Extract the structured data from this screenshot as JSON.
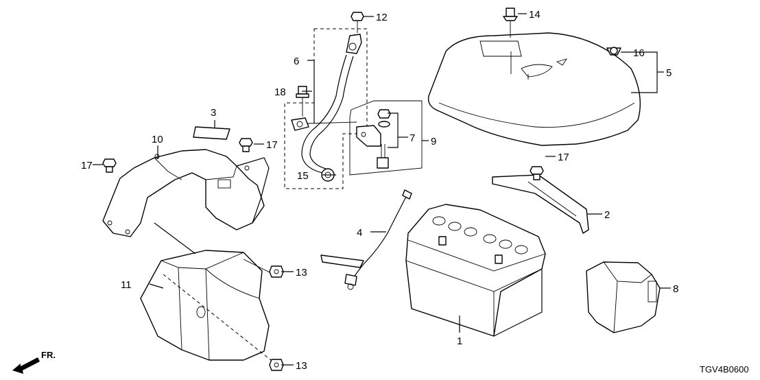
{
  "diagram": {
    "code": "TGV4B0600",
    "direction_label": "FR.",
    "callouts": [
      {
        "id": "c1",
        "label": "1"
      },
      {
        "id": "c2",
        "label": "2"
      },
      {
        "id": "c3",
        "label": "3"
      },
      {
        "id": "c4",
        "label": "4"
      },
      {
        "id": "c5",
        "label": "5"
      },
      {
        "id": "c6",
        "label": "6"
      },
      {
        "id": "c7",
        "label": "7"
      },
      {
        "id": "c8",
        "label": "8"
      },
      {
        "id": "c9",
        "label": "9"
      },
      {
        "id": "c10",
        "label": "10"
      },
      {
        "id": "c11",
        "label": "11"
      },
      {
        "id": "c12",
        "label": "12"
      },
      {
        "id": "c13a",
        "label": "13"
      },
      {
        "id": "c13b",
        "label": "13"
      },
      {
        "id": "c14",
        "label": "14"
      },
      {
        "id": "c15",
        "label": "15"
      },
      {
        "id": "c16",
        "label": "16"
      },
      {
        "id": "c17a",
        "label": "17"
      },
      {
        "id": "c17b",
        "label": "17"
      },
      {
        "id": "c17c",
        "label": "17"
      },
      {
        "id": "c18",
        "label": "18"
      }
    ]
  }
}
